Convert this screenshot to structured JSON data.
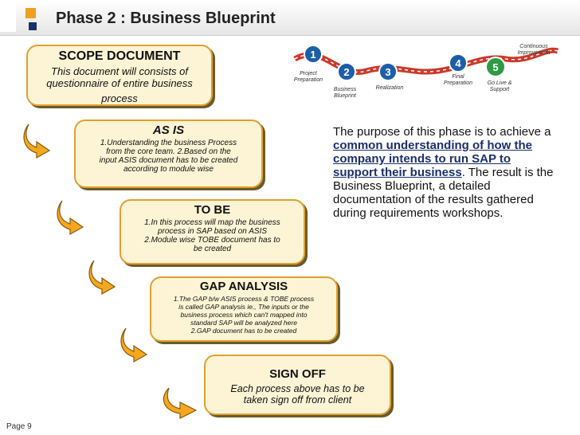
{
  "title": "Phase 2 : Business Blueprint",
  "page": "Page 9",
  "roadmap": {
    "stages": [
      {
        "num": "1",
        "label1": "Project",
        "label2": "Preparation"
      },
      {
        "num": "2",
        "label1": "Business",
        "label2": "Blueprint"
      },
      {
        "num": "3",
        "label1": "Realization",
        "label2": ""
      },
      {
        "num": "4",
        "label1": "Final",
        "label2": "Preparation"
      },
      {
        "num": "5",
        "label1": "Go Live &",
        "label2": "Support"
      }
    ],
    "extra1": "Continuous",
    "extra2": "Improvement",
    "colors": {
      "stage": "#1d5ea8",
      "current": "#2e9b43",
      "road": "#c93a2a"
    }
  },
  "boxes": {
    "scope": {
      "title": "SCOPE DOCUMENT",
      "line1": "This document will consists of",
      "line2": "questionnaire of entire business",
      "line3": "process"
    },
    "asis": {
      "title": "AS IS",
      "line1": "1.Understanding the business Process",
      "line2": "from the core team. 2.Based on the",
      "line3": "input ASIS document has to be created",
      "line4": "according to module wise"
    },
    "tobe": {
      "title": "TO BE",
      "line1": "1.In this process  will map the business",
      "line2": "process in SAP based on ASIS",
      "line3": "2.Module wise TOBE document has to",
      "line4": "be created"
    },
    "gap": {
      "title": "GAP ANALYSIS",
      "line1": "1.The GAP b/w ASIS process & TOBE process",
      "line2": "is called GAP analysis ie., The inputs or the",
      "line3": "business process which can't mapped into",
      "line4": "standard SAP will be analyzed here",
      "line5": "2.GAP document has to be created"
    },
    "signoff": {
      "title": "SIGN OFF",
      "line1": "Each process above has to be",
      "line2": "taken sign off from client"
    }
  },
  "description": {
    "pre": "The purpose of this phase is to achieve a ",
    "highlight": "common understanding of how the company intends to run SAP to support their business",
    "post": ". The result is the Business Blueprint, a detailed documentation of the results gathered during requirements workshops."
  },
  "colors": {
    "box_fill": "#fdf4d6",
    "box_border": "#e1a030",
    "arrow": "#f4a81d",
    "highlight": "#1b2f6b"
  }
}
